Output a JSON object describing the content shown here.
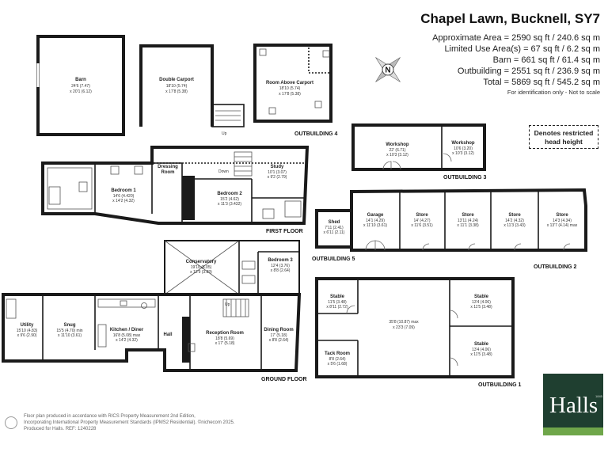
{
  "header": {
    "title": "Chapel Lawn, Bucknell, SY7",
    "areas": [
      "Approximate Area = 2590 sq ft / 240.6 sq m",
      "Limited Use Area(s) = 67 sq ft / 6.2 sq m",
      "Barn = 661 sq ft / 61.4 sq m",
      "Outbuilding = 2551 sq ft / 236.9 sq m",
      "Total = 5869 sq ft / 545.2 sq m"
    ],
    "note": "For identification only - Not to scale"
  },
  "legend": {
    "restricted_line1": "Denotes restricted",
    "restricted_line2": "head height"
  },
  "compass": {
    "north": "N"
  },
  "floor_labels": {
    "first": "FIRST FLOOR",
    "ground": "GROUND FLOOR",
    "out1": "OUTBUILDING 1",
    "out2": "OUTBUILDING 2",
    "out3": "OUTBUILDING 3",
    "out4": "OUTBUILDING 4",
    "out5": "OUTBUILDING 5"
  },
  "rooms": {
    "barn": {
      "name": "Barn",
      "d1": "24'6 (7.47)",
      "d2": "x 20'1 (6.12)"
    },
    "carport": {
      "name": "Double Carport",
      "d1": "18'10 (5.74)",
      "d2": "x 17'8 (5.38)"
    },
    "above_carport": {
      "name": "Room Above Carport",
      "d1": "18'10 (5.74)",
      "d2": "x 17'8 (5.38)"
    },
    "workshop1": {
      "name": "Workshop",
      "d1": "22' (6.71)",
      "d2": "x 10'3 (3.12)"
    },
    "workshop2": {
      "name": "Workshop",
      "d1": "10'6 (3.20)",
      "d2": "x 10'3 (3.12)"
    },
    "bedroom1": {
      "name": "Bedroom 1",
      "d1": "14'6 (4.420)",
      "d2": "x 14'2 (4.32)"
    },
    "dressing": {
      "name": "Dressing",
      "name2": "Room"
    },
    "bedroom2": {
      "name": "Bedroom 2",
      "d1": "15'2 (4.62)",
      "d2": "x 11'3 (3.432)"
    },
    "study": {
      "name": "Study",
      "d1": "10'1 (3.07)",
      "d2": "x 9'2 (2.79)"
    },
    "shed": {
      "name": "Shed",
      "d1": "7'11 (2.41)",
      "d2": "x 6'11 (2.11)"
    },
    "garage": {
      "name": "Garage",
      "d1": "14'1 (4.29)",
      "d2": "x 11'10 (3.61)"
    },
    "store1": {
      "name": "Store",
      "d1": "14' (4.27)",
      "d2": "x 11'6 (3.51)"
    },
    "store2": {
      "name": "Store",
      "d1": "13'11 (4.24)",
      "d2": "x 11'1 (3.38)"
    },
    "store3": {
      "name": "Store",
      "d1": "14'2 (4.32)",
      "d2": "x 11'3 (3.43)"
    },
    "store4": {
      "name": "Store",
      "d1": "14'3 (4.34)",
      "d2": "x 13'7 (4.14) max"
    },
    "conservatory": {
      "name": "Conservatory",
      "d1": "19'10 (6.05)",
      "d2": "x 12'9 (3.89)"
    },
    "bedroom3": {
      "name": "Bedroom 3",
      "d1": "12'4 (3.76)",
      "d2": "x 8'8 (2.64)"
    },
    "utility": {
      "name": "Utility",
      "d1": "15'10 (4.83)",
      "d2": "x 9'6 (2.90)"
    },
    "snug": {
      "name": "Snug",
      "d1": "15'5 (4.70) min",
      "d2": "x 11'10 (3.61)"
    },
    "kitchen": {
      "name": "Kitchen / Diner",
      "d1": "16'8 (5.08) max",
      "d2": "x 14'2 (4.32)"
    },
    "hall": {
      "name": "Hall"
    },
    "reception": {
      "name": "Reception Room",
      "d1": "18'8 (5.69)",
      "d2": "x 17' (5.18)"
    },
    "dining": {
      "name": "Dining Room",
      "d1": "17' (5.18)",
      "d2": "x 8'8 (2.64)"
    },
    "stable1": {
      "name": "Stable",
      "d1": "11'5 (3.48)",
      "d2": "x 8'11 (2.72)"
    },
    "tack": {
      "name": "Tack Room",
      "d1": "8'8 (2.64)",
      "d2": "x 5'6 (1.68)"
    },
    "out1_main": {
      "d1": "35'8 (10.87) max",
      "d2": "x 23'3 (7.09)"
    },
    "stable2": {
      "name": "Stable",
      "d1": "13'4 (4.06)",
      "d2": "x 11'5 (3.48)"
    },
    "stable3": {
      "name": "Stable",
      "d1": "13'4 (4.06)",
      "d2": "x 11'5 (3.48)"
    }
  },
  "stair_labels": {
    "up": "Up",
    "down": "Down"
  },
  "footer": {
    "line1": "Floor plan produced in accordance with RICS Property Measurement 2nd Edition,",
    "line2": "Incorporating International Property Measurement Standards (IPMS2 Residential).  ©nichecom 2025.",
    "line3": "Produced for Halls.   REF: 1240228"
  },
  "brand": {
    "name": "Halls",
    "year": "1845"
  },
  "colors": {
    "brand_green": "#1f3f30",
    "brand_accent": "#6fa64a"
  }
}
